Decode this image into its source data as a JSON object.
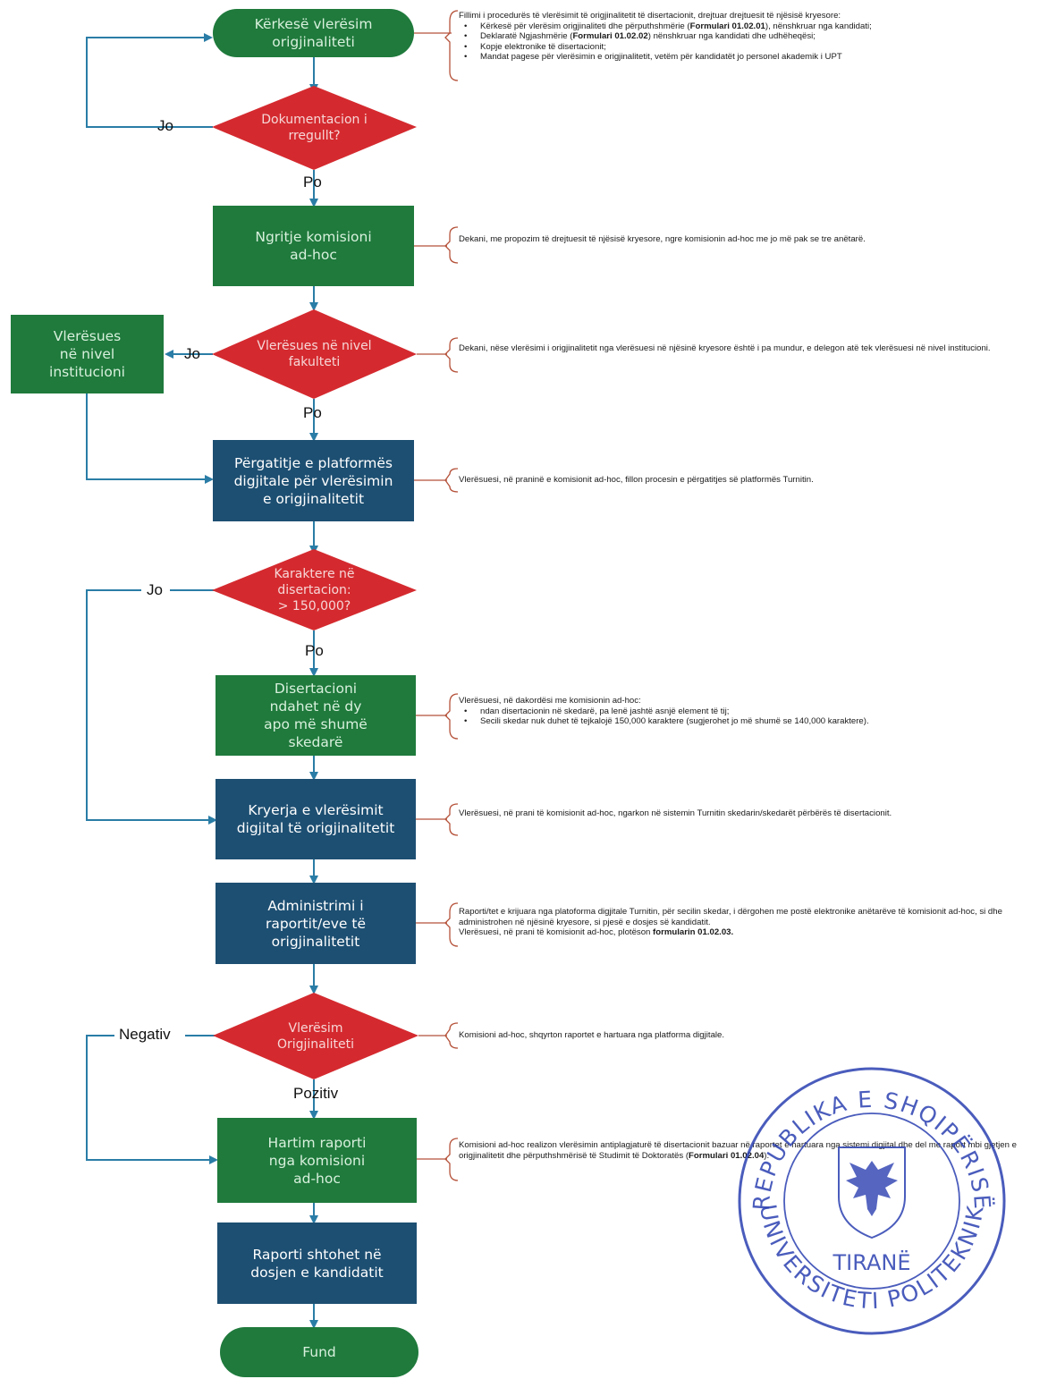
{
  "colors": {
    "green": "#1f7a3c",
    "blue": "#1d4f72",
    "red": "#d42a2f",
    "line": "#2a7da6",
    "brace": "#b5523a",
    "stamp": "#2a3fb0"
  },
  "nodes": {
    "start": "Kërkesë vlerësim\norigjinaliteti",
    "d1": "Dokumentacion i\nrregullt?",
    "ngritje": "Ngritje komisioni\nad-hoc",
    "d2": "Vlerësues në nivel\nfakulteti",
    "side": "Vlerësues\nnë nivel\ninstitucioni",
    "pergatitje": "Përgatitje e platformës\ndigjitale për vlerësimin\ne origjinalitetit",
    "d3": "Karaktere në\ndisertacion:\n> 150,000?",
    "ndahet": "Disertacioni\nndahet në dy\napo më shumë\nskedarë",
    "kryerja": "Kryerja e vlerësimit\ndigjital të origjinalitetit",
    "admin": "Administrimi i\nraportit/eve të\norigjinalitetit",
    "d4": "Vlerësim\nOrigjinaliteti",
    "hartim": "Hartim raporti\nnga komisioni\nad-hoc",
    "raporti": "Raporti shtohet në\ndosjen e kandidatit",
    "end": "Fund"
  },
  "labels": {
    "jo1": "Jo",
    "po1": "Po",
    "jo2": "Jo",
    "po2": "Po",
    "jo3": "Jo",
    "po3": "Po",
    "negativ": "Negativ",
    "pozitiv": "Pozitiv"
  },
  "notes": {
    "n1": {
      "intro": "Fillimi i procedurës të vlerësimit të origjinalitetit të disertacionit, drejtuar drejtuesit të njësisë kryesore:",
      "b1_pre": "Kërkesë për vlerësim origjinaliteti dhe përputhshmërie (",
      "b1_bold": "Formulari 01.02.01",
      "b1_post": "), nënshkruar nga kandidati;",
      "b2_pre": "Deklaratë Ngjashmërie (",
      "b2_bold": "Formulari 01.02.02",
      "b2_post": ") nënshkruar nga kandidati dhe udhëheqësi;",
      "b3": "Kopje elektronike të disertacionit;",
      "b4": "Mandat pagese për vlerësimin e origjinalitetit, vetëm për kandidatët jo personel akademik i UPT"
    },
    "n2": "Dekani, me propozim të drejtuesit të njësisë kryesore, ngre komisionin ad-hoc me jo më pak se tre anëtarë.",
    "n3": "Dekani, nëse vlerësimi i origjinalitetit nga vlerësuesi në njësinë kryesore është i pa mundur, e delegon atë tek vlerësuesi në nivel institucioni.",
    "n4": "Vlerësuesi, në praninë e komisionit ad-hoc, fillon procesin e përgatitjes së platformës Turnitin.",
    "n5": {
      "intro": "Vlerësuesi, në dakordësi me komisionin ad-hoc:",
      "b1": "ndan disertacionin në skedarë, pa lenë jashtë asnjë element të tij;",
      "b2": "Secili skedar nuk duhet të tejkalojë 150,000 karaktere (sugjerohet jo më shumë se 140,000 karaktere)."
    },
    "n6": "Vlerësuesi, në prani të komisionit ad-hoc, ngarkon në sistemin Turnitin skedarin/skedarët përbërës të disertacionit.",
    "n7": {
      "p1": "Raporti/tet e krijuara nga platoforma digjitale Turnitin, për secilin skedar, i dërgohen me postë elektronike anëtarëve të komisionit ad-hoc, si dhe administrohen në njësinë kryesore, si pjesë e dosjes së kandidatit.",
      "p2_pre": "Vlerësuesi, në prani të komisionit ad-hoc, plotëson ",
      "p2_bold": "formularin 01.02.03."
    },
    "n8": "Komisioni ad-hoc, shqyrton raportet e hartuara nga platforma digjitale.",
    "n9": {
      "pre": "Komisioni ad-hoc realizon vlerësimin antiplagjaturë të disertacionit bazuar në raportet e hartuara nga sistemi digjital dhe del me raport mbi gjetjen e origjinalitetit dhe përputhshmërisë të Studimit të Doktoratës (",
      "bold": "Formulari 01.02.04",
      "post": ")."
    }
  },
  "stamp": {
    "top": "REPUBLIKA E SHQIPËRISË",
    "bottom": "UNIVERSITETI POLITEKNIK",
    "city": "TIRANË"
  }
}
